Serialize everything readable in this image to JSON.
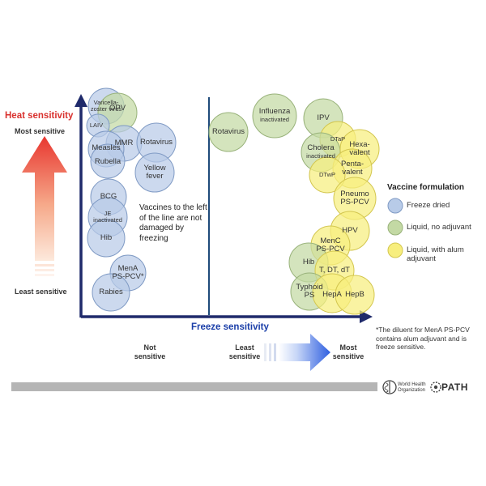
{
  "heat_axis": {
    "title": "Heat sensitivity",
    "most": "Most sensitive",
    "least": "Least sensitive"
  },
  "freeze_axis": {
    "title": "Freeze sensitivity",
    "not_sensitive": "Not sensitive",
    "least_sensitive": "Least sensitive",
    "most_sensitive": "Most sensitive"
  },
  "note_left": "Vaccines to the left of the line are not damaged by freezing",
  "legend": {
    "title": "Vaccine formulation",
    "items": [
      {
        "label": "Freeze dried",
        "color": "#b8cbe8"
      },
      {
        "label": "Liquid, no adjuvant",
        "color": "#c3d9a4"
      },
      {
        "label": "Liquid, with alum adjuvant",
        "color": "#f7ee7e"
      }
    ]
  },
  "footnote": "*The diluent for MenA PS-PCV contains alum adjuvant and is freeze sensitive.",
  "vaccines_left": [
    {
      "label": "Varicella-zoster virus",
      "type": "freeze_dried"
    },
    {
      "label": "OPV",
      "type": "liquid_no_adjuvant"
    },
    {
      "label": "LAIV",
      "type": "freeze_dried"
    },
    {
      "label": "MMR",
      "type": "freeze_dried"
    },
    {
      "label": "Measles",
      "type": "freeze_dried"
    },
    {
      "label": "Rotavirus",
      "type": "freeze_dried"
    },
    {
      "label": "Rubella",
      "type": "freeze_dried"
    },
    {
      "label": "Yellow fever",
      "type": "freeze_dried"
    },
    {
      "label": "BCG",
      "type": "freeze_dried"
    },
    {
      "label": "JE inactivated",
      "type": "freeze_dried"
    },
    {
      "label": "Hib",
      "type": "freeze_dried"
    },
    {
      "label": "MenA PS-PCV*",
      "type": "freeze_dried"
    },
    {
      "label": "Rabies",
      "type": "freeze_dried"
    }
  ],
  "vaccines_right": [
    {
      "label": "Rotavirus",
      "type": "liquid_no_adjuvant"
    },
    {
      "label": "Influenza inactivated",
      "type": "liquid_no_adjuvant"
    },
    {
      "label": "IPV",
      "type": "liquid_no_adjuvant"
    },
    {
      "label": "DTaP",
      "type": "liquid_alum"
    },
    {
      "label": "Cholera inactivated",
      "type": "liquid_no_adjuvant"
    },
    {
      "label": "Hexa-valent",
      "type": "liquid_alum"
    },
    {
      "label": "Penta-valent",
      "type": "liquid_alum"
    },
    {
      "label": "DTwP",
      "type": "liquid_alum"
    },
    {
      "label": "Pneumo PS-PCV",
      "type": "liquid_alum"
    },
    {
      "label": "HPV",
      "type": "liquid_alum"
    },
    {
      "label": "MenC PS-PCV",
      "type": "liquid_alum"
    },
    {
      "label": "Hib",
      "type": "liquid_no_adjuvant"
    },
    {
      "label": "T, DT, dT",
      "type": "liquid_alum"
    },
    {
      "label": "Typhoid PS",
      "type": "liquid_no_adjuvant"
    },
    {
      "label": "HepA",
      "type": "liquid_alum"
    },
    {
      "label": "HepB",
      "type": "liquid_alum"
    }
  ],
  "logos": {
    "who_line1": "World Health",
    "who_line2": "Organization",
    "path": "PATH"
  },
  "colors": {
    "freeze_dried": "#b8cbe8",
    "liquid_no_adjuvant": "#c3d9a4",
    "liquid_alum": "#f7ee7e",
    "axis": "#1f2a6b",
    "heat_red": "#e8362f",
    "freeze_blue": "#2f5fe0"
  }
}
